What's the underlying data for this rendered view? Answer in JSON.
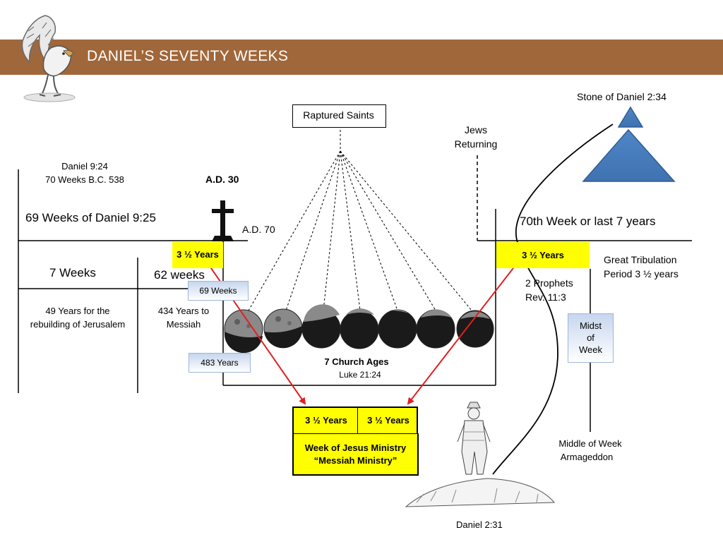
{
  "slide": {
    "title": "DANIEL’S SEVENTY WEEKS",
    "colors": {
      "title_bar": "#a0673a",
      "highlight": "#ffff00",
      "pyramid": "#4a7ebb",
      "arrow": "#e02020",
      "blue_box": "#c6d6ee"
    }
  },
  "labels": {
    "raptured_saints": "Raptured Saints",
    "stone": "Stone of Daniel 2:34",
    "jews_returning_1": "Jews",
    "jews_returning_2": "Returning",
    "daniel_924": "Daniel 9:24",
    "seventy_weeks": "70 Weeks B.C. 538",
    "ad30": "A.D. 30",
    "ad70": "A.D. 70",
    "sixty_nine_weeks": "69 Weeks of Daniel 9:25",
    "seventieth_week": "70th Week or last 7 years",
    "left_half_years": "3 ½ Years",
    "right_half_years": "3 ½ Years",
    "great_trib_1": "Great Tribulation",
    "great_trib_2": "Period 3 ½ years",
    "seven_weeks": "7 Weeks",
    "sixty_two_weeks": "62 weeks",
    "blue_69_weeks": "69 Weeks",
    "two_prophets_1": "2 Prophets",
    "two_prophets_2": "Rev. 11:3",
    "forty_nine_1": "49 Years for the",
    "forty_nine_2": "rebuilding of Jerusalem",
    "four_thirty_four_1": "434 Years to",
    "four_thirty_four_2": "Messiah",
    "midst_1": "Midst",
    "midst_2": "of",
    "midst_3": "Week",
    "blue_483_years": "483 Years",
    "church_ages": "7 Church Ages",
    "luke": "Luke 21:24",
    "ministry_half_1": "3 ½ Years",
    "ministry_half_2": "3 ½ Years",
    "ministry_1": "Week of Jesus Ministry",
    "ministry_2": "“Messiah Ministry”",
    "middle_week_1": "Middle of  Week",
    "middle_week_2": "Armageddon",
    "daniel_231": "Daniel 2:31"
  },
  "icons": {
    "eagle": "eagle-logo",
    "cross": "cross-icon",
    "moons": "moon-phase-icon",
    "statue": "statue-image",
    "pyramid": "stone-triangle-icon"
  },
  "church_ages_count": 7
}
